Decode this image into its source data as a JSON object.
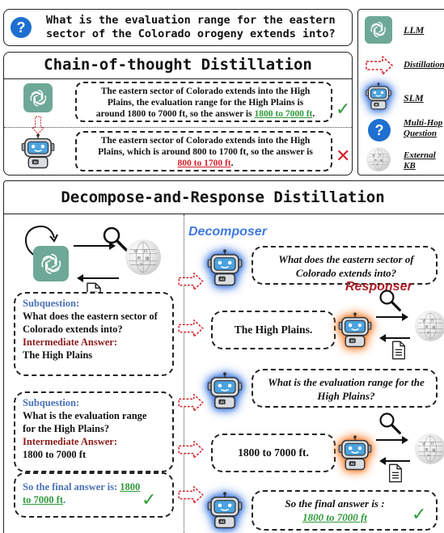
{
  "question": {
    "icon_char": "?",
    "text_line1": "What is the evaluation range for the eastern",
    "text_line2": "sector of the Colorado orogeny extends into?"
  },
  "legend": {
    "items": [
      {
        "label": "LLM"
      },
      {
        "label": "Distillation"
      },
      {
        "label": "SLM"
      },
      {
        "label": "Multi-Hop",
        "label2": "Question"
      },
      {
        "label": "External",
        "label2": "KB"
      }
    ]
  },
  "cot": {
    "title": "Chain-of-thought Distillation",
    "llm_text_1": "The eastern sector of Colorado extends into the High",
    "llm_text_2": "Plains, the evaluation range for the High Plains is",
    "llm_text_3_pre": "around 1800 to 7000 ft, so the answer is ",
    "llm_answer": "1800 to 7000 ft",
    "llm_text_3_post": ".",
    "slm_text_1": "The eastern sector of Colorado extends into the High",
    "slm_text_2": "Plains, which is around 800 to 1700 ft, so the answer is",
    "slm_answer": "800 to 1700 ft",
    "slm_text_3_post": ".",
    "check": "✓",
    "cross": "✕"
  },
  "drd": {
    "title": "Decompose-and-Response Distillation",
    "decomposer_label": "Decomposer",
    "responser_label": "Responser",
    "sub1_label": "Subquestion:",
    "sub1_q": "What does the eastern sector of Colorado extends into?",
    "sub1_ia_label": "Intermediate Answer:",
    "sub1_ia": "The High Plains",
    "sub2_label": "Subquestion:",
    "sub2_q": "What is the evaluation range for the High Plains?",
    "sub2_ia_label": "Intermediate Answer:",
    "sub2_ia": "1800 to 7000 ft",
    "final_pre": "So the final answer is: ",
    "final_answer": "1800 to 7000 ft",
    "final_post": ".",
    "dec_q1": "What does the eastern sector of Colorado extends into?",
    "resp_a1": "The High Plains.",
    "dec_q2": "What is the evaluation range for the High Plains?",
    "resp_a2": "1800 to 7000 ft.",
    "dec_final_pre": "So the final answer is :",
    "dec_final_answer": "1800 to 7000 ft",
    "check": "✓",
    "ai_badge": "AI"
  },
  "colors": {
    "green": "#2f9a3a",
    "red": "#d4202a",
    "blue_label": "#4a72b8",
    "dark_red_label": "#8b1a1a",
    "question_blue": "#1e6fd0",
    "llm_teal": "#6ea897",
    "decomposer_blue": "#3f7ae0",
    "responser_orange": "#ff8a3d"
  }
}
